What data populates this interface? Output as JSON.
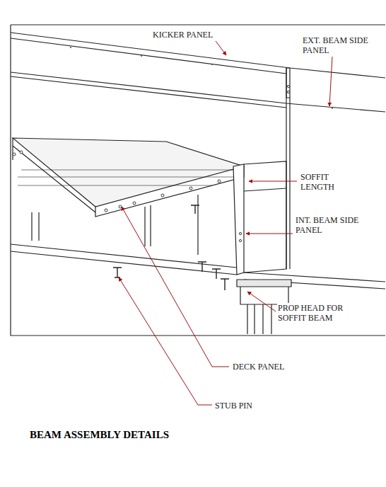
{
  "diagram": {
    "title": "BEAM ASSEMBLY DETAILS",
    "labels": [
      "KICKER PANEL",
      "EXT. BEAM SIDE PANEL",
      "SOFFIT LENGTH",
      "INT. BEAM SIDE PANEL",
      "PROP HEAD FOR SOFFIT BEAM",
      "DECK PANEL",
      "STUB PIN"
    ]
  }
}
